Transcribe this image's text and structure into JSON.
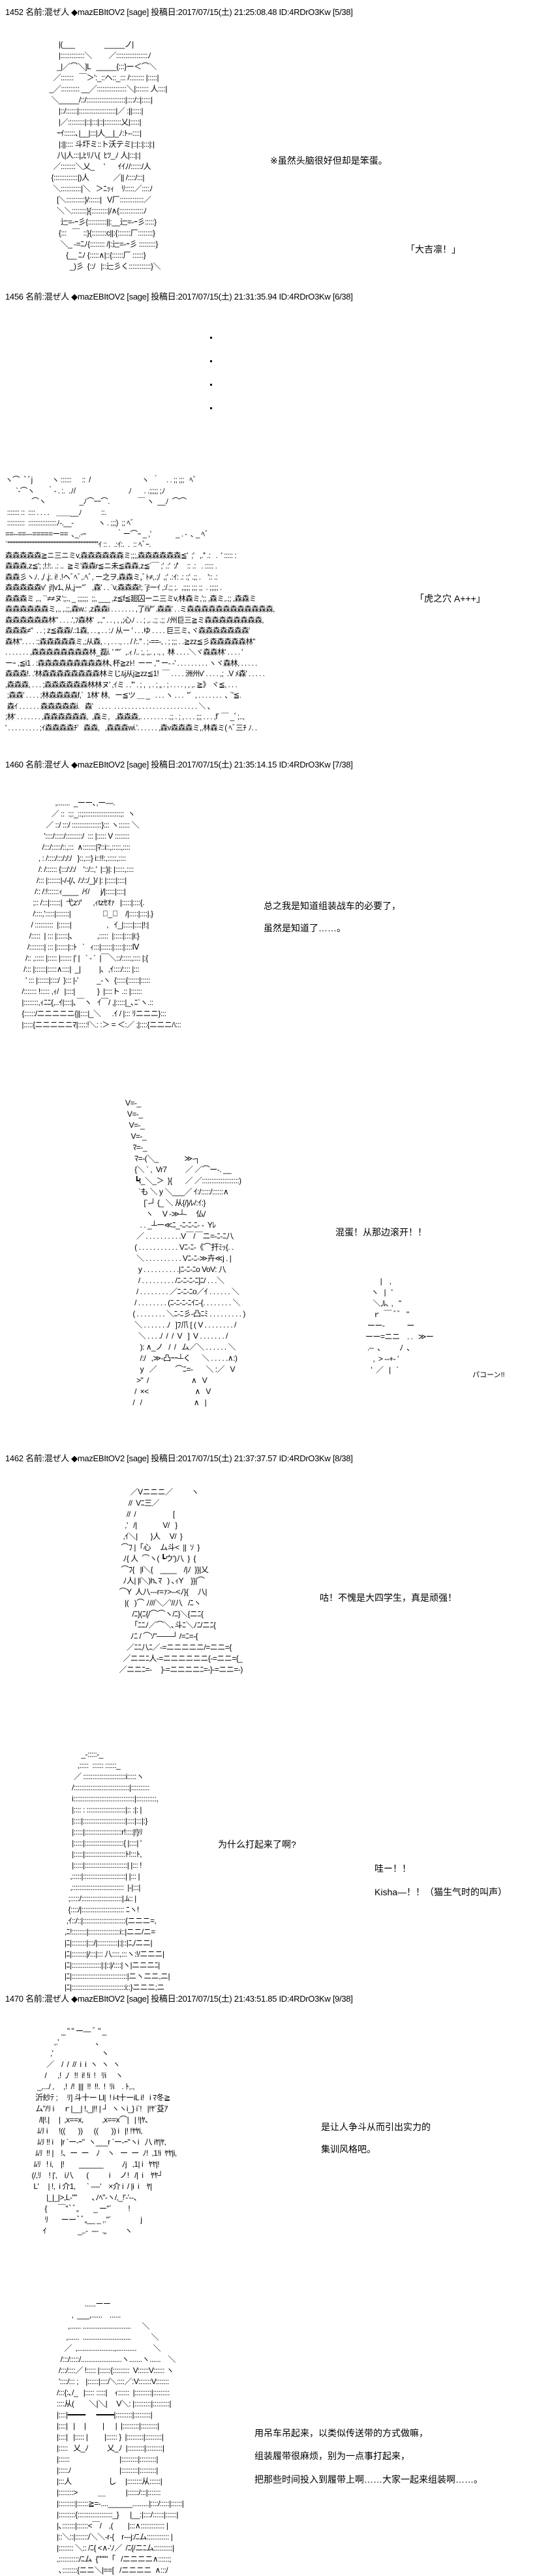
{
  "posts": [
    {
      "header": "1452 名前:混ぜ人 ◆mazEBItOV2 [sage] 投稿日:2017/07/15(土) 21:25:08.48 ID:4RDrO3Kw [5/38]"
    },
    {
      "header": "1456 名前:混ぜ人 ◆mazEBItOV2 [sage] 投稿日:2017/07/15(土) 21:31:35.94 ID:4RDrO3Kw [6/38]"
    },
    {
      "header": "1460 名前:混ぜ人 ◆mazEBItOV2 [sage] 投稿日:2017/07/15(土) 21:35:14.15 ID:4RDrO3Kw [7/38]"
    },
    {
      "header": "1462 名前:混ぜ人 ◆mazEBItOV2 [sage] 投稿日:2017/07/15(土) 21:37:37.57 ID:4RDrO3Kw [8/38]"
    },
    {
      "header": "1470 名前:混ぜ人 ◆mazEBItOV2 [sage] 投稿日:2017/07/15(土) 21:43:51.85 ID:4RDrO3Kw [9/38]"
    }
  ],
  "lines": {
    "note_idiot": "※虽然头脑很好但却是笨蛋。",
    "daikichi": "「大吉凛！」",
    "toranoana": "「虎之穴 A+++」",
    "know1": "总之我是知道组装战车的必要了，",
    "know2": "虽然是知道了……。",
    "bastard": "混蛋！从那边滚开！！",
    "pakon": "パコーン!!",
    "tough": "咕！不愧是大四学生，真是顽强！",
    "why": "为什么打起来了啊?",
    "wah": "哇ー！！",
    "kisha": "Kisha―！！（猫生气时的叫声）",
    "style1": "是让人争斗从而引出实力的",
    "style2": "集训风格吧。",
    "crane1": "用吊车吊起来，以类似传送带的方式做嘛，",
    "crane2": "组装履带很麻烦，别为一点事打起来，",
    "crane3": "把那些时间投入到履带上啊……大家一起来组装啊……。"
  },
  "art": {
    "rin": "       |(___                _____ノ|\n       |:::::::::::::＼         ／:::::::::::::::::ﾉ\n      _|／⌒＼]L   _____{:::}ー＜⌒＼\n    ／:::::::   ￣＞':_::ヘ::_::: /:::::::: |:::::|\n  _／:::::::::: __／::::::::::::::::＼|::::::: 人::::|\n   ＼_____/::/:::::::::::::::::::::|::::/::|:::::|\n       |::/::::::|::::::::::::::::::::|／ :||:::::|\n       |／:::::::::|::|:::|::|:::::::::乂|:::::|\n      ｰｲ::::::､|__|:::|人__|_ﾉ:ﾄ--::::|\n       |:||:::: 斗圷ミ::ト沃テミ|::|::|:::|:|\n      八|人:::|„ﾋﾘ八{  ﾋﾂ_ﾉ 人|:::|:|\n    ／::::::::＼乂_     '       ｲｲﾉ/::::::/人\n   {:::::::::::::|)人             ／|| /::::/:::|\n    ＼:::::::::::|＼   ＞ﾆｯｨ    ﾘ:::::／::::ﾉ\n      [＼::::::::::}/::::::|   V厂:::::::::::::／\n      ＼＼::::::::}{:::::::::|/∧{:::::::::::::ﾉ\n        辷=-ｰ彡{::::::::::||:__辷=-ｰ彡:::::}\n       {:::   ￣  ::}{::::::::c||:{:::::::厂::::::::}\n        ＼_ -=ﾆﾉ{:::::::: /|:辷=-ｰ彡 :::::::::}\n           {__ ﾆﾉ {:::::∧|::{::::::厂 ::::::}\n             _)彡  {::/   |::辷彡く::::::::::::}＼",
    "forest": "ヽ⌒  `ﾞj           ヽ ::::::      ::  /                             ヽ  ｀    . . ;; ;;;   ﾍﾞ\n      `-⌒ヽ       ｀- . :.  .ﾉ/                              ﾉ       . .;;;;; ;ﾉ\n               ⌒ヽ                   _ﾉ⌒ｰｰ⌒.                ￣ ヽ  __ﾉ  ⌒⌒\n ::::::: ::  :::: . . . .    ＿＿__ﾉ           ::.\n ::::::::::  ::::::::::::::::ﾉ-.__-              ヽ . ;;;)  ;; ﾍﾞ\n==--==---=====ー==  ､_.-ｰ                 ｀ー⌒ｰ _ ,'              _ . -  ､ _ ﾍﾞ\n`''''''''''''''''''''''''''''''''''''''''''''''''''''''''''''''''''''''''''''''''''ｲ :: .  .:ｲ:.  .  :: ﾍﾞｰ.\n森森森森森≧ニ三ニミv,森森森森森森ミ;;;,森森森森森森≦'  ;'   ,.'' .:   .  ' ::::: :\n森森森,z≦'; ;!:!:. .: ..  ≧ミ'森森r≦ニ未≦森森,z≦´￣ ;' .:'  :/'     :: .:   . ::::: .\n森森彡ヽﾉ. ,/ ,j:. i! .!ヘﾞﾍﾞ,.ﾍﾞ, ー之ヲ,森森ミ,ﾞﾄ≠,.;/  ,;' .:ｲ: .: :;' .;; .    ':: .:\n森森森森森v'  j!|v1､从,jー\"´   ,森' . . `v,森森森!; ´j!ーｲ ,:/.;; ;.  ,;;;; ;;; ;;  . ;;;;; .\n森森森ミ ,., ``≠≠ヌ';;., _ ;;;;;;  ;;, ___ ,z≦f≦廻囚ーニ三ミv,林森ミ,';; ,森ミ,.;; ,森森ミ\n森森森森森森ミ,., ,.;;,森w.: ,z森森i . . . . . . . ,了i!i/\"´.森森' . .ミ森森森森森森森森森森森森,\n森森森森森森林\" . . . .',ﾌ森林'  ,.,\" . . , , ,;心ﾉ . . ; ,. .;; .;; ﾉ州巨三≧ミ森森森森森森森森,\n森森森≠\"  . . ; z≦森森/.:1森, . . „ . . :ﾉ 从ー ' . . .ゆ . . . . 巨三ミ､ヾ森森森森森森森'\n森林\". . . . :;森森森森森ミ,;从森, . , . . ., . . / /:.\" . ;-==-, . ; ;;; . .≧zz≦彡森森森森森林\"\n. . . . . . . ,森森森森森森森森林_磊i. ' \"\"´  ,.ｨ /.. ;, ;,. , ., ,  林 . . . .＼ヾ森森林' . . . . '\nーｰ ,≦i1 . :森森森森森森森森森林､杯≧zﾄ!  ーー ,\"' ー‐ -' . . . . . . . . . ヽヾ森林, . . . . .\n森森森!. .'林森森森森森森森森林ミじﾙj从j≧zz≦1!  ￣ . . . . 洲州v' . . . . ,;  .V ﾒ森' . . . . .\n,森森森, . . . ;森森森森森森林林ヌ' ,ｲミ . .'\" . ; ,  , . ; „ . ; . . . . , , ,. ≧》 ヾ≦, . . .\n ;森森' . . . . ;林森森森森f,´  1林' 林,   ー≦ツ ＿ _   . . . ヽ . . .  \"´  , . . . . . . .  ､ `'≦.\n 森ｲ . . . . . . 森森森森森i.   森'   . . . .  . . . . . . . . . . . . . . . . . . . . . . . . ＼ ､\n;林' . . . . . . . ,森森森森森森,  ,森ミ,   ,森森森,. . . . . . . . .;; . ; , . . . ;;; . . . ,f´ ￣ _ﾞ;..,\n' . . . . . . . . . ;ｲ森森森森ﾁ'   森森,   ,森森森wi.'. . . . . . ,森v森森森ミ,,林森ミ( ﾍﾞ三ﾁ ﾉ. .",
    "knowing": "                      ,.......  _ーー､,ー―.\n                    ／ ::  :;:_::;::::::::::::::::::::;:  ヽ\n                 ／ ::/ :::/ ::::::::::::::::}::: ヽ:::::: ＼\n                '::::/:::::/:::::::::/  ::: |::::: V ::::::::\n               /:::/:::::/::,:::  ∧:::::::|ﾏ::i::,:::::,::::\n             , : /::::/:::/:/:/   }::,:::} i::!!:,:::::,::::\n             /: /:::::: {:::/:/:/    '::/::,'  |::}|: |:::::,::::\n            /::: |:::::::|-/-{/､ /:/::/_}/ |: |:::::|::::|\n           /:: /:!::::::ｨ____  /ｲ/      j/|:::::|::::|\n          ;:: /:::|::::::|  弋zｿ'      ,ｨtzｾｵｧ   |:::::|::::{.\n          /::::,':::::|:::::::|                 ﾞ_ﾞ    /|:::::|::::|.}\n         / ::::::::::  |::::::|                   ,   ｲ_|:::::|::::|!:|\n        /:::::  | ::: |::::::|､             ,:::::  |:::::|::::|i:}\n       /::::::::| ::: |::::::|::ﾄ   `   ｨ:::|::::::|:::::|::::Ⅳ\n      /:: ,::::: |::::: |:::::: |' |   ` ‐ ´  |￣＼::/:::::,:::: |:{\n     /::: |::::::|:::::∧::::|  _|          |､  ,ｲ::::/:::: |:::\n      ' ::: |::::::|::::/  }::: |-'          _-ヽ  {:::::{::::::|:::::\n    /::::::: !::::: ,ｨ/   |::::|            }  |::::ト .:: |::::::\n    |::::::::,ｨﾆﾆ{,..ｲ|::::|､￣ヽ   ｲ￣/ ,|:::::|_､ﾆ`ヽ.::\n    {::::::/ニニニニニ{||::::|_＼      .ｲ / |::: ﾘニニニ}:::\n    |:::::{ニニニニニﾏ|:::::!＼: :＞ = ＜:／ ;|::::{ニニニﾊ:::",
    "fight": "V=-_\n V=-_\n  V=-_\n   V=-_\n    ﾏ=-_\n     ﾏ=-(＼_              ≫-┐\n     {＼ ` ,  Vr7          ／ ／⌒ー-. __\n     ┗t_＼_＞  }{       ／ ／::::::::::::::::::::)\n       `も ＼ y ＼___／ ｲ:/:::::/::::::∧\n          [`-┘ {_ ＼ 从{/}/ﾚ/:ｲ:}\n           ヽ     V -≫┴-     仏/\n        . . _┴ー≪ﾆ_-ﾆ-ﾆ-ﾆ- -  Yﾚ\n      ／ . . . . . . . . . .V￣/￣ニ=-ﾆ-ﾆ八\n     ( . . . . . . . . . . . Vﾆ-ﾆ-《⌒扞ﾐｯ{. .\n      ＼ . . . . . . . . . . Vﾆ-ﾆ-≫卉≪j . |\n       y . . . . . . . . . .|ﾆ-ﾆ-ﾆo VoV: 八\n       / . . . . . . . . . /ﾆ-ﾆ-ﾆ-ﾆ]ﾆ/ . . .＼\n      / . . . . . . . . ／ﾆ-ﾆ-ﾆo／ｲ . . . . . . ＼\n     / . . . . . . . . (ﾆ-ﾆ-ﾆ-ﾆｲﾆ-{. . . . . . . . ＼\n    ( . . . . . . . . ＼ﾆ-ﾆ彡-凸ﾆﾐ . . . . . . . . . )\n     ＼ . . . . . . ./   ]ﾌ爪 [ ( V . . . . . . . . /\n       ＼ . . . ./  /  /  V   ]  V . . . . . . . /\n        ): ∧_ノ   /  /   ム／＼ . . . . . . ＼\n        /:/   ,≫-凸ｰｰ┴く      ＼ . . . . .∧:)\n        y   ／          ⌒ﾆ=-       ＼ :／   V\n      >\"  /                       ∧   V\n     /  ×<                         ∧   V\n    /   /                            ∧   |",
    "pow": "        |    ,\n   ヽ   |   '\n    ＼,ﾙ､ ,   \"\n    ｒ  ￣ ﾞﾞ   \"\n ーー-            ー\nーー=ニニ    . .   ≫ー\n .--  ､          ﾉ  ､\n    ,  > --+- '\n   '  ／   |   `",
    "tough": "              ／Vニニニ／          ヽ\n             //  Vﾆ三／\n            //  /                    [\n           ,'   /|              V/   }\n          ,ｲ＼|       }人     V/  }\n         ⌒ﾌ |「心     ム斗<  ||  ｿ  }\n          ﾉ{ 人  ⌒ヽ( ┗ウ')八  }  {\n         ⌒ﾌ{   |l＼{    ____    /|ﾉ  }}|乂\n          ﾉ人| |l＼)h､ﾏ   ) ､ｨY    }}|⌒\n        ⌒Y  人八---r=ｧ>--<ﾉ}{     八|\n           |(   )⌒ ﾉ///＼／'//八   /ﾆヽ\n               /ﾆ}(ﾆ{/⌒⌒ヽ/ﾆ}＼{ニﾆ{\n              「ﾆﾆﾉ／⌒＼､斗ﾆ＼ﾉﾆ/ニﾆ{\n              ﾉﾆ / ⌒ｿ\"───┘ /=ﾆ=-{\n            ／ﾆﾆ八ﾆ／-=ニニニニニ/=ニニ={\n          ／ニニﾆ人-=ニニニニニニ{-=ニニ={_\n        ／ニニﾆ=-     }-=ニニニニﾆ=-}-=ニニ=-)",
    "hooded": "          _-:::::-_\n        ,:::::  :::::: ::::::_\n      ／ :::::::::::::::::::::::i:::::ヽ\n     /::::::::::::::::::::::::::::::|::::::::::\n     i:::::::::::::::::::::::::::::::::|:::::::::::,\n     |:::: : :::::::::::::::::::::|:: :|: |\n     |::::|:::::::::::::::::::::::|::::|:::|:}\n     |:::::|::::::::::::::::::::r!::::|!}ﾘ\n     |:::::|:::::::::::::::::::::{ |::::| '\n     |:::::|::::::::::::::::::::::ﾄ!:::ﾄ,\n     |:::::|:::::::::::::::::::::::| |::: !\n    ,:::::|:::::::::::::::::::::::| |::: |\n    ,::::::::::::::::::::::::::::  |-|:::|\n   ;:::::/::::::::::::::::::::::|.ﾑ:: |\n   {::::/|::::::::::::::::::::::: ﾆヽ!\n  ,ｲ::/::|:::::::::::::::::::::::{ニニニ=,\n ,ﾆ!::::::::|:::::::::::::::::i::|ニニ/ニ=\n |ﾆ|::::::::|:::/|:::::::::::|:|::|ﾆ,/ニニ|\n |ﾆ|::::::::|/:::|::: 八::::,:::ヽ:!/ニニニ|\n |ﾆ|::::::::::::::::|:|::|/::::|ヽ|ニニニﾆ|\n |ﾆ|::::::::::::::::::::::::::::::|ニヽニニ,ニ|\n |ﾆ|:::::::::::::::::::::::::::::i::}ニニニ;ニ",
    "glasses": "                   _ \" \" ー― ﾞ \" _\n               ,.'                    ､\n             ,'                          ヽ\n           ／    /  /  //  i  i  ヽ  ヽ  ヽ\n          /      ,!  ,/   !!  i! !i  !   ﾘi     ヽ\n      _,.../ ,     ,!  /!  |||  !!  !!.  !  ﾘi    . ﾄ,.,\n     沂紗ﾃ ;     ﾘ] 斗十ー Ll|  ! i-t十ーiL i!   i ﾏ冬≧\n     ム\"/ﾘ i     ｒ|__| !,_|!! | ┘  ヽヽi_} i`!   |!ﾔ`芟ｱ\n       /l|!.|     |  ,x==x,          ,x==x⌒|   | !|ﾔ､\n      ﾑﾘ i      !((       ))      ((       )) i   |! !ﾔﾔi,\n      ﾑﾘ !! i    |r `ー-ｰ\"  ヽ___r `ー-ｰ\"ヽi   八 iﾔ|ﾔ,\n     ﾑﾘ  !! |    !､  ー  ー    ﾉ    ヽ   ー  ー  ﾉ!  ,1!i  ﾔﾔ|i,\n    ﾑﾘ   ! i,    |!        ______          ﾉj   ,1| i   ﾔﾔ|!\n   (/,ﾘ    ! |',    i八       (           i     ノ!   /|  i    ﾔﾔ┘\n    L'     | !,  i 介1,      ` ----'    ×介 i  / |i  i    ﾔ|\n           |_|_|>,L-\"\"        ､ﾉﾍ\"-ヽ/,_!'-'--、\n          {      ￣\"`ﾞ„        _ ー\"´         !\n          ﾘ       ーー`ﾞ„__ _ ,.\"´                j\n         ｲ                 _,.-  ---  .„          ヽ",
    "crane": "                     ......ーー\n              ,  ___,......    ......\n            ,...... ..........................      ＼\n           ,......  ..........................           ＼\n          ／  ,....................,...........         ＼\n        /:::/:::::/......................ヽ.......ヽ......    ＼\n       /:::/::::／ !::::: |::::::{:::::::::  V::::::V:::::: ヽ\n       '::::/::: ;    |::::::|::::/＼::::／:V:::::::V:::::::\n      /:::{:､/_   |::::: :::::|    ｨ::::::  |:::::::::|:::::::::\n      ::::从(        ＼|＼|     V＼: |:::::::::|:::::::::|\n      |::::|━━━━      ━━━━|:::::::::|:::::::::|\n      |::::|   |     |         |      |  |:::::::::|:::::::::|\n      |::::|   |::::: |         |:::::: }  |:::::::::|:::::::::|\n      |:::::   乂_ﾉ          乂_ﾉ  |:::::::::|:::::::::|\n      |::::::                           |:::::::::|:::::::::|\n      |:::::ﾉ                          |:::::::::|:::::::::|\n      |:::人                    し     |::::::::从::::::|\n      |::::::::>           ＿           |::::::/:::|:::::::\n      |:::::::::|::::::≧=-....______.........|::::/:::::|::::::|\n      |:::::::::{:::::::::::::::::::_}      |__:|::::/::::::|::::::|\n      |､:::::::|::::::<￣/    ,(        |:::∧::::::::::::: |\n      |::＼::|:::::::/＼＼-r-{    r---j:/ﾆム:::::::::::: |\n      |:::::::: ＼:: /ﾆ{ <∧-'ﾉ／  /ﾆ{/ニﾆム::::::::::|\n      ,:::::::::::/ﾆム  {\"\"\"\"「   /ニニニニ∧::::::;\n       ､::::::::{ニニ＼|==[   /ニニニニ  ∧:::/"
  }
}
